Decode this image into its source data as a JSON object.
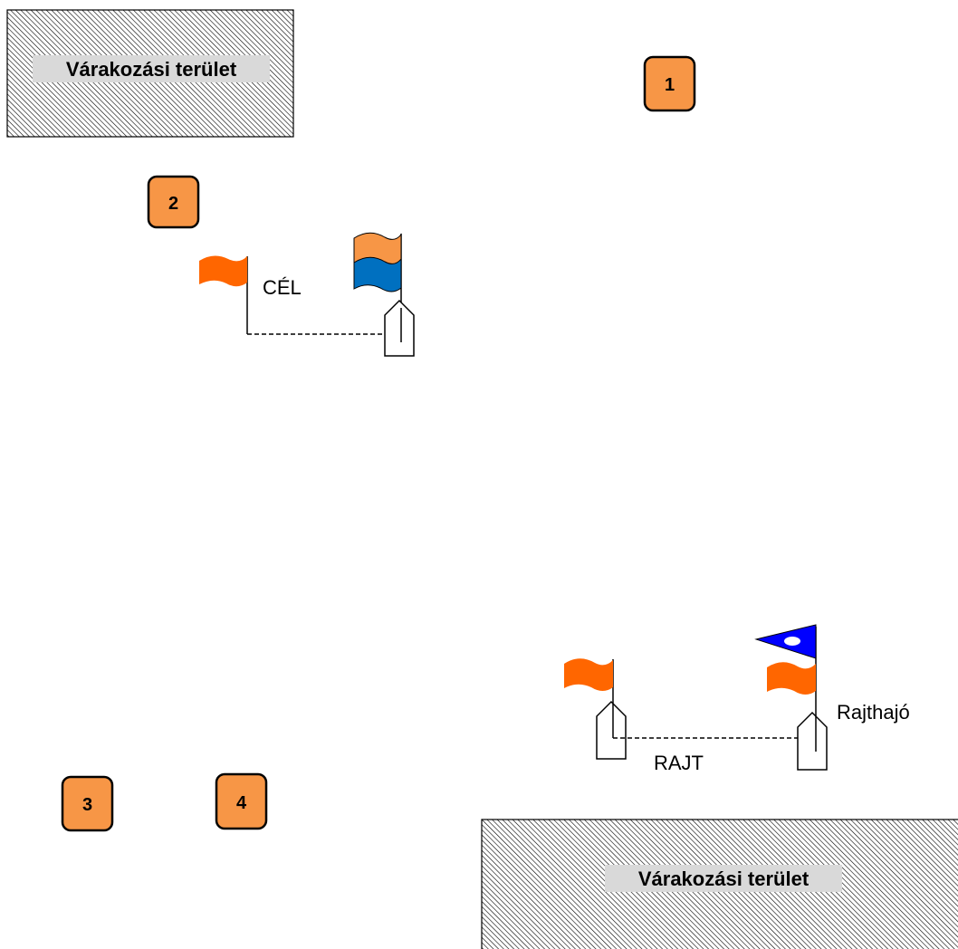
{
  "waiting_area_top": {
    "label": "Várakozási terület"
  },
  "waiting_area_bottom": {
    "label": "Várakozási terület"
  },
  "marks": [
    {
      "label": "1"
    },
    {
      "label": "2"
    },
    {
      "label": "3"
    },
    {
      "label": "4"
    }
  ],
  "finish": {
    "label": "CÉL"
  },
  "start": {
    "label": "RAJT",
    "committee_boat_label": "Rajthajó"
  },
  "colors": {
    "mark_fill": "#f79646",
    "orange_flag": "#ff6600",
    "light_orange_flag": "#f79646",
    "blue_flag": "#0070c0",
    "pennant_blue": "#0000ff"
  }
}
